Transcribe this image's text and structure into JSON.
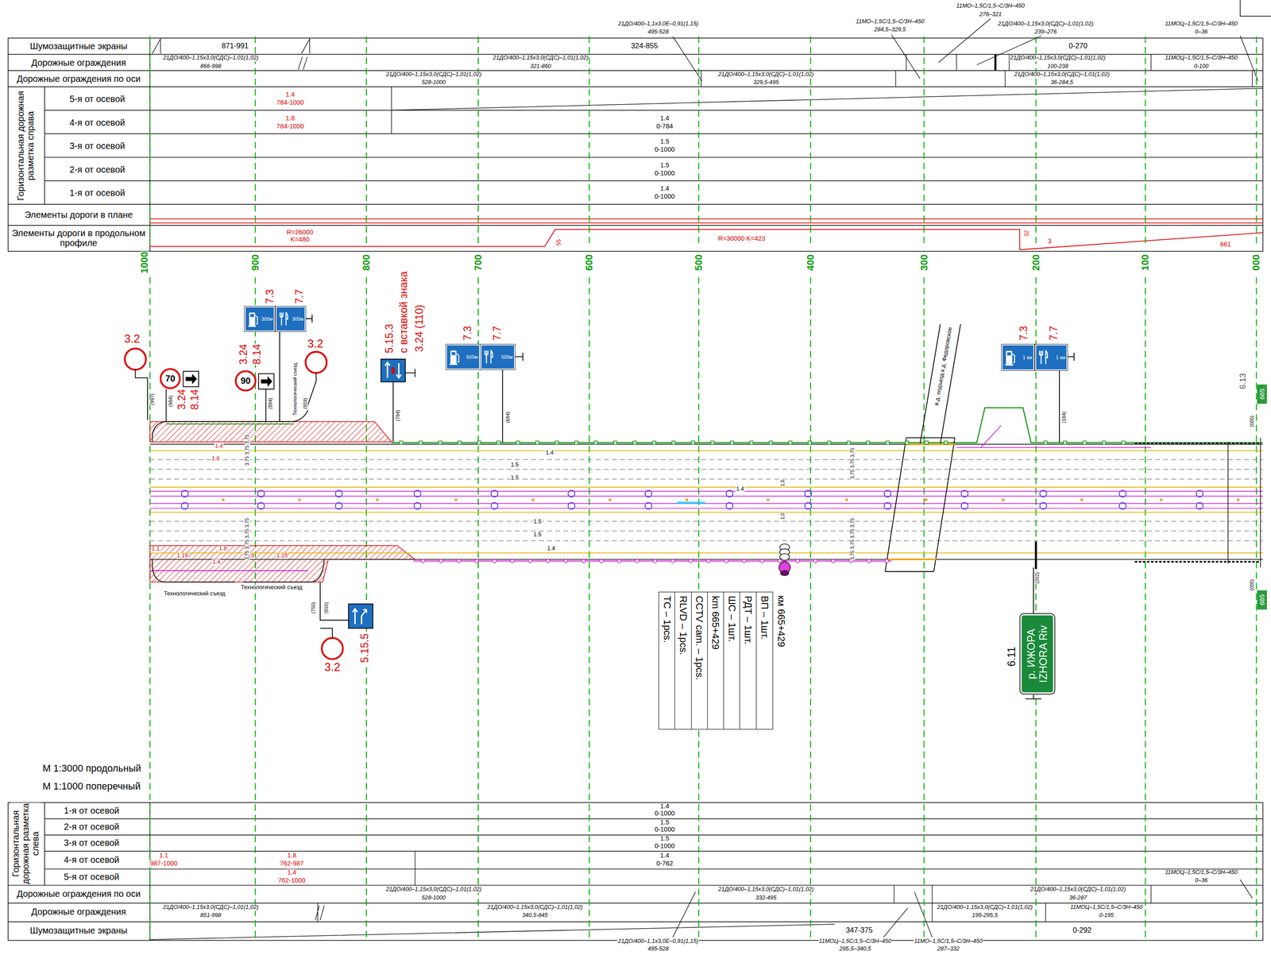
{
  "diagram": {
    "nodes": [
      {
        "text": [
          "70"
        ]
      },
      {
        "text": [
          "90"
        ]
      },
      {
        "text": [
          "300м"
        ]
      },
      {
        "text": [
          "300м"
        ]
      },
      {
        "text": [
          "500м"
        ]
      },
      {
        "text": [
          "500м"
        ]
      },
      {
        "text": [
          "1 км"
        ]
      },
      {
        "text": [
          "1 км"
        ]
      },
      {
        "text": [
          "р. ИЖОРА",
          "IZHORA Riv"
        ]
      },
      {
        "text": [
          "км 665+429",
          "ВП – 1шт.",
          "РДТ – 1шт.",
          "ШС – 1шт.",
          "km 665+429",
          "CCTV cam. – 1pcs.",
          "RLVD – 1pcs.",
          "TC – 1pcs."
        ]
      },
      {
        "text": [
          "665"
        ]
      },
      {
        "text": [
          "665"
        ]
      }
    ],
    "labels": [
      "Шумозащитные экраны",
      "Дорожные ограждения",
      "Дорожные ограждения по оси",
      "Горизонтальная дорожная разметка справа",
      "5-я от осевой",
      "4-я от осевой",
      "3-я от осевой",
      "2-я от осевой",
      "1-я от осевой",
      "Элементы дороги в плане",
      "Элементы дороги в продольном профиле",
      "871-991",
      "324-855",
      "0-270",
      "21ДО/400–1,15х3,0(СДС)–1,01(1,02)",
      "866-998",
      "21ДО/400–1,15х3,0(СДС)–1,01(1,02)",
      "321-860",
      "21ДО/400–1,15х3,0(СДС)–1,01(1,02)",
      "100-238",
      "11МОЦ–1,5С/1,5–С/3Н–450",
      "0-100",
      "21ДО/400–1,15х3,0(СДС)–1,01(1,02)",
      "528-1000",
      "21ДО/400–1,15х3,0(СДС)–1,01(1,02)",
      "329,5-495",
      "21ДО/400–1,15х3,0(СДС)–1,01(1,02)",
      "36-284,5",
      "21ДО/400–1,1х3,0Е–0,91(1,15)",
      "495-528",
      "11МО–1,5С/1,5–С/3Н–450",
      "284,5–329,5",
      "11МО–1,5С/1,5–С/3Н–450",
      "276–321",
      "21ДО/400–1,15х3,0(СДС)–1,01(1,02)",
      "239–276",
      "11МОЦ–1,5С/1,5–С/3Н–450",
      "0–36",
      "1.4",
      "784-1000",
      "1.8",
      "784-1000",
      "1.4",
      "0-784",
      "1.5",
      "0-1000",
      "1.5",
      "0-1000",
      "1.4",
      "0-1000",
      "R=26000",
      "K=480",
      "55",
      "R=30000 K=423",
      "32",
      "3",
      "661",
      "1000",
      "900",
      "800",
      "700",
      "600",
      "500",
      "400",
      "300",
      "200",
      "100",
      "000",
      "3.2",
      "3.24",
      "8.14",
      "3.24",
      "8.14",
      "7.3",
      "7.7",
      "3.2",
      "Технологический съезд",
      "5.15.3",
      "с вставкой знака",
      "3.24 (110)",
      "7.3",
      "7.7",
      "в.д. подъезд к д. Федоровское",
      "7.3",
      "7.7",
      "6.13",
      "(997)",
      "(984)",
      "(884)",
      "(859)",
      "(784)",
      "(684)",
      "(184)",
      "(000)",
      "Технологический съезд",
      "Технологический съезд",
      "(750)",
      "(810)",
      "5.15.5",
      "3.2",
      "(202)",
      "6.11",
      "(000)",
      "1.4",
      "1.8",
      "1.1",
      "1.19",
      "1.8",
      "1.19",
      "1.19",
      "1.4",
      "1.4",
      "1.5",
      "1.5",
      "1.4",
      "1.5",
      "1.5",
      "1.4",
      "1,0",
      "1,0",
      "3,75 3,75 3,75",
      "3,75 3,75 3,75 3,75",
      "3,75 3,75 3,75",
      "3,75 3,75 3,75 3,75",
      "М 1:3000 продольный",
      "М 1:1000 поперечный",
      "Горизонтальная дорожная разметка слева",
      "1-я от осевой",
      "2-я от осевой",
      "3-я от осевой",
      "4-я от осевой",
      "5-я от осевой",
      "Дорожные ограждения по оси",
      "Дорожные ограждения",
      "Шумозащитные экраны",
      "1.4",
      "0-1000",
      "1.5",
      "0-1000",
      "1.5",
      "0-1000",
      "1.1",
      "987-1000",
      "1.8",
      "762-987",
      "1.4",
      "0-762",
      "1.4",
      "762-1000",
      "21ДО/400–1,15х3,0(СДС)–1,01(1,02)",
      "528-1000",
      "21ДО/400–1,15х3,0(СДС)–1,01(1,02)",
      "332-495",
      "21ДО/400–1,15х3,0(СДС)–1,01(1,02)",
      "36-287",
      "11МОЦ–1,5С/1,5–С/3Н–450",
      "0–36",
      "21ДО/400–1,15х3,0(СДС)–1,01(1,02)",
      "851-998",
      "21ДО/400–1,15х3,0(СДС)–1,01(1,02)",
      "340,5-845",
      "21ДО/400–1,15х3,0(СДС)–1,01(1,02)",
      "195-295,5",
      "11МОЦ–1,5С/1,5–С/3Н–450",
      "0-195",
      "347-375",
      "0-292",
      "21ДО/400–1,1х3,0Е–0,91(1,15)",
      "495-528",
      "11МОЦ–1,5С/1,5–С/3Н–450",
      "295,5–340,5",
      "11МО–1,5С/1,5–С/3Н–450",
      "287–332"
    ]
  }
}
